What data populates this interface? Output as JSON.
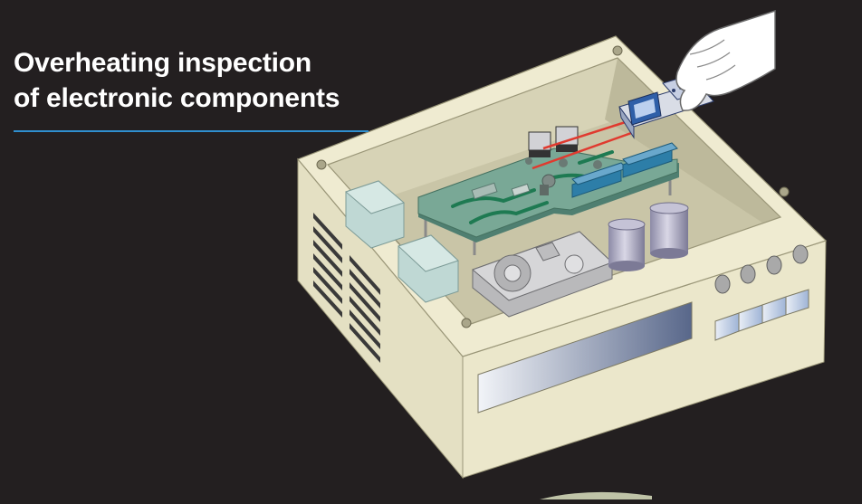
{
  "title": {
    "line1": "Overheating inspection",
    "line2": "of electronic components"
  },
  "illustration": {
    "subject": "infrared thermometer measuring electronic board inside open enclosure",
    "colors": {
      "background": "#231f20",
      "enclosure": "#e9e5c9",
      "board": "#6f9c8a",
      "accent_rule": "#2f8fcf",
      "laser": "#e03a2f",
      "device": "#2f5fa8"
    },
    "icons": [
      "hand-icon",
      "infrared-thermometer-icon",
      "circuit-board-icon",
      "capacitor-icon",
      "transformer-icon",
      "chip-icon"
    ]
  }
}
